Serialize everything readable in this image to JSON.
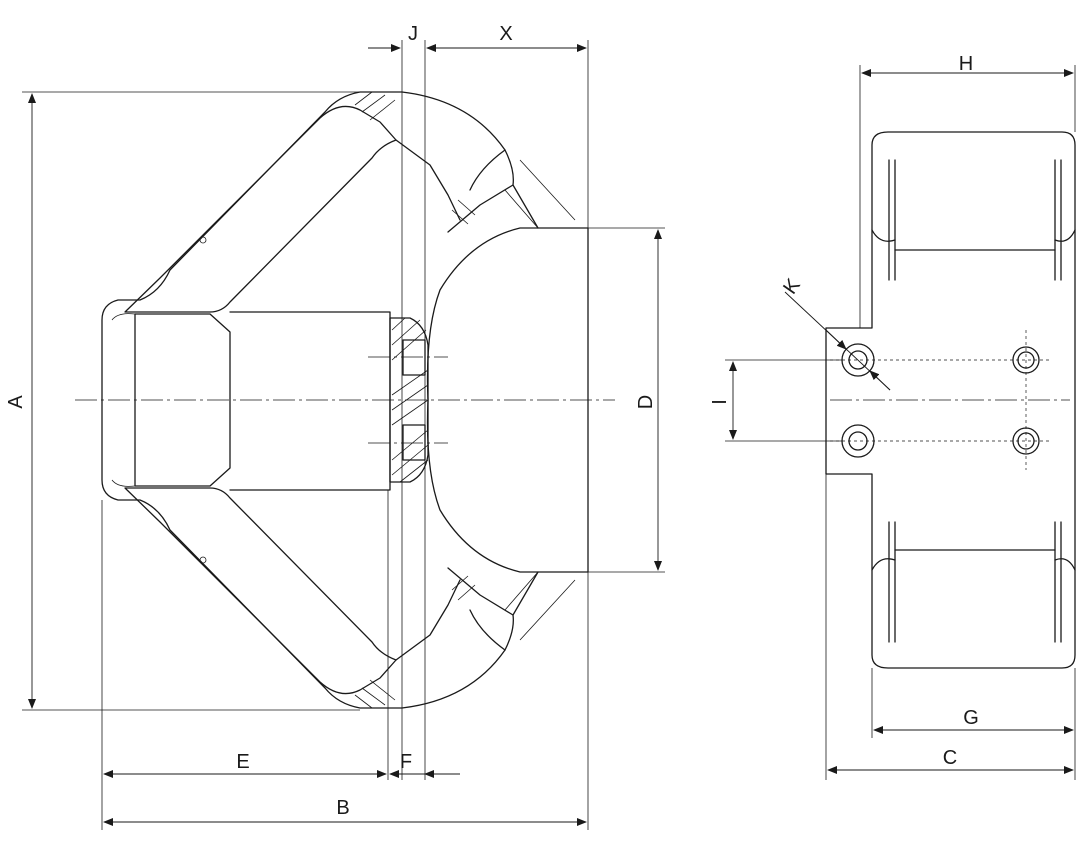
{
  "labels": {
    "A": "A",
    "B": "B",
    "C": "C",
    "D": "D",
    "E": "E",
    "F": "F",
    "G": "G",
    "H": "H",
    "I": "I",
    "J": "J",
    "K": "K",
    "X": "X"
  }
}
